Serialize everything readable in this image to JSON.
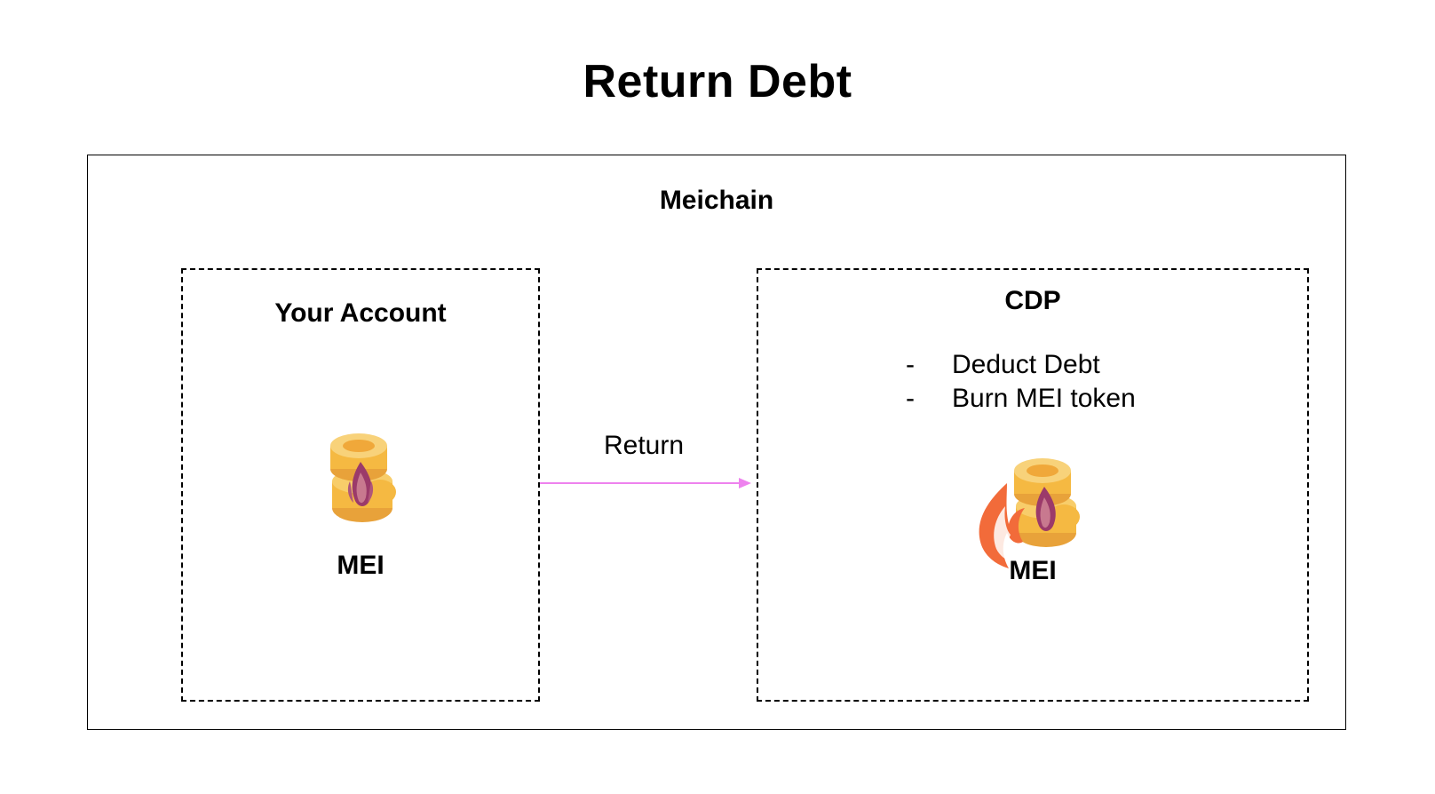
{
  "title": "Return Debt",
  "container": {
    "label": "Meichain"
  },
  "account_box": {
    "title": "Your Account",
    "token_label": "MEI",
    "icon": "coin-stack-icon"
  },
  "cdp_box": {
    "title": "CDP",
    "bullets": [
      "Deduct Debt",
      "Burn MEI token"
    ],
    "bullet_marker": "-",
    "token_label": "MEI",
    "icon": "burning-coin-stack-icon"
  },
  "arrow": {
    "label": "Return",
    "color": "#ee82ee"
  },
  "colors": {
    "coin": "#f5b942",
    "coin_dark": "#e8a23a",
    "flame": "#9b3a6a",
    "fire": "#f26b3a"
  }
}
